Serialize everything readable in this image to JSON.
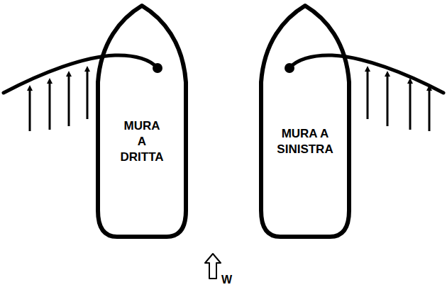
{
  "diagram": {
    "nodes": [
      {
        "text": [
          "MURA A DRITTA"
        ]
      },
      {
        "text": [
          "MURA A SINISTRA"
        ]
      }
    ],
    "labels": [
      "W"
    ]
  }
}
